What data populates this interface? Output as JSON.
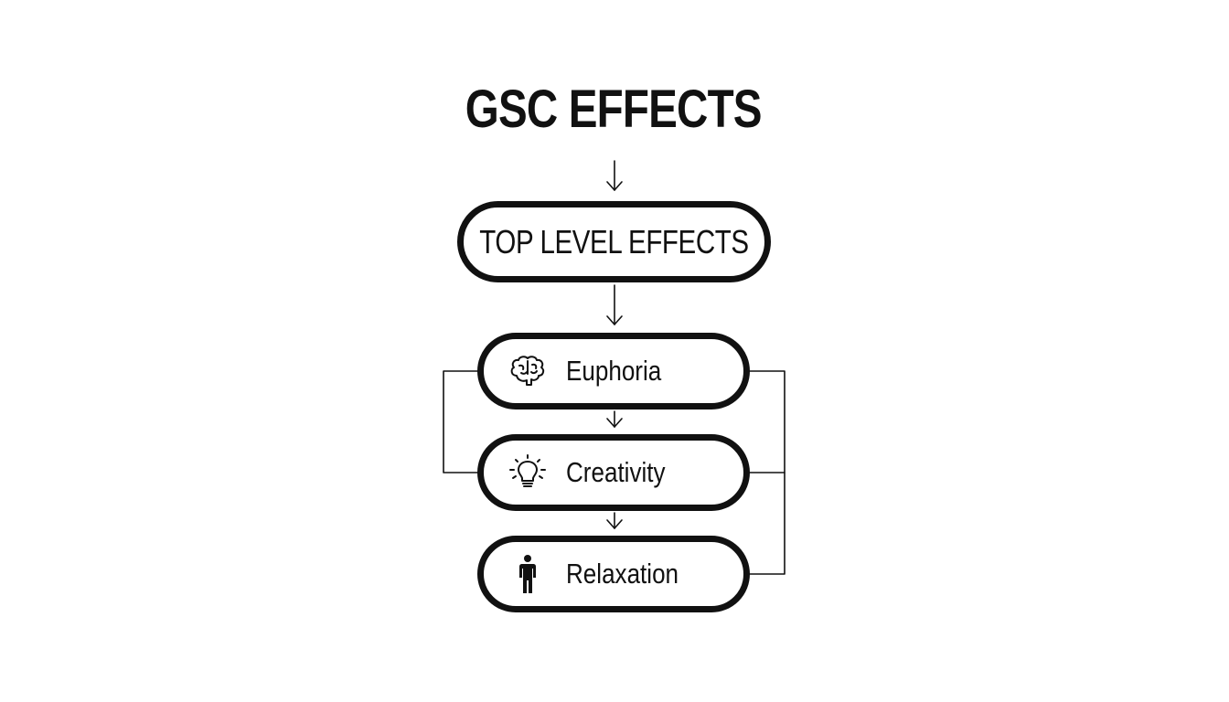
{
  "diagram": {
    "title": "GSC EFFECTS",
    "top_node": {
      "label": "TOP LEVEL EFFECTS"
    },
    "effects": [
      {
        "label": "Euphoria",
        "icon": "brain-icon"
      },
      {
        "label": "Creativity",
        "icon": "lightbulb-icon"
      },
      {
        "label": "Relaxation",
        "icon": "person-icon"
      }
    ]
  },
  "colors": {
    "stroke": "#111111",
    "background": "#ffffff"
  }
}
